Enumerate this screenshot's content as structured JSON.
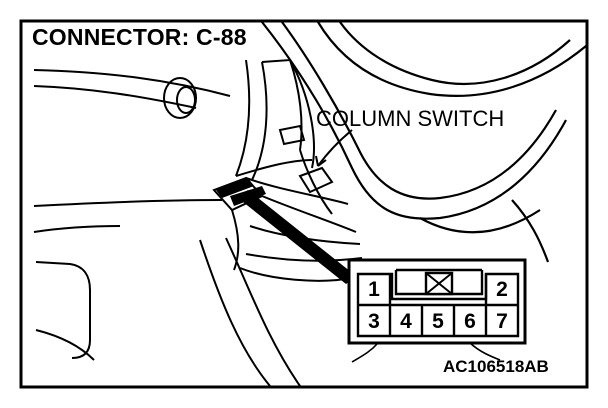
{
  "title": "CONNECTOR: C-88",
  "callout_label": "COLUMN SWITCH",
  "reference_code": "AC106518AB",
  "connector": {
    "top_row": [
      "1",
      "2"
    ],
    "bottom_row": [
      "3",
      "4",
      "5",
      "6",
      "7"
    ],
    "blank_cavity_icon": "crossed-box-icon"
  },
  "colors": {
    "line": "#000000",
    "background": "#ffffff"
  }
}
